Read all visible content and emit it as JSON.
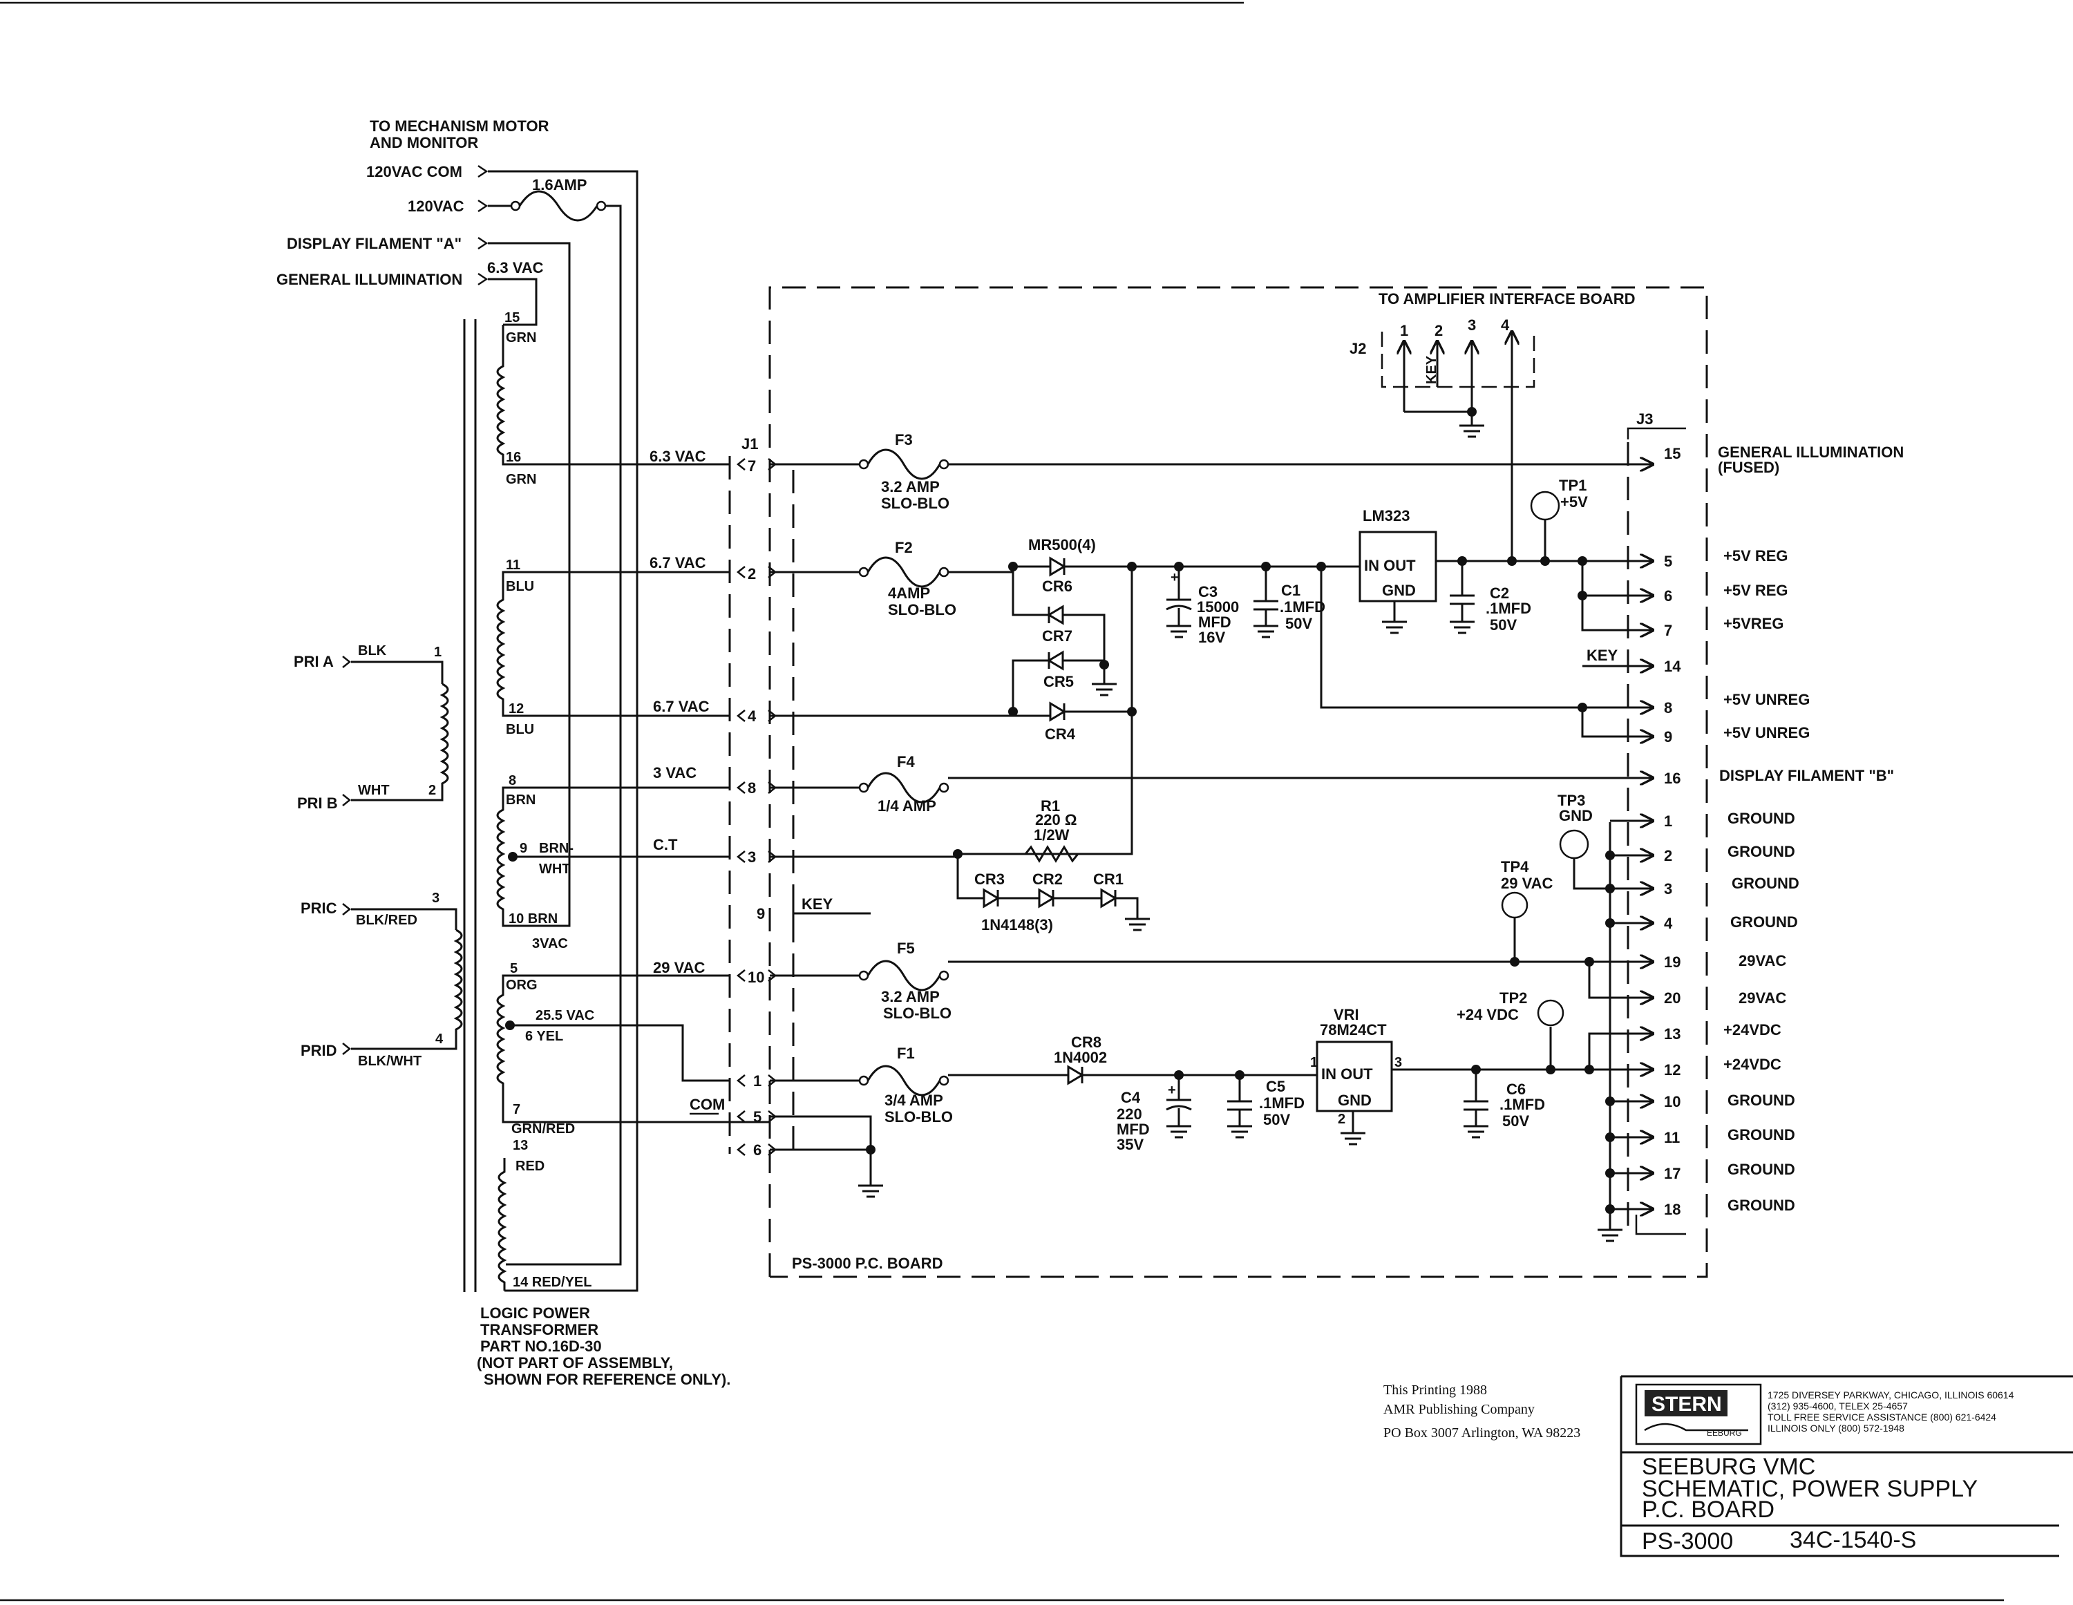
{
  "external": {
    "header_line1": "TO MECHANISM MOTOR",
    "header_line2": "AND MONITOR",
    "vac120_com": "120VAC COM",
    "vac120": "120VAC",
    "fuse_1_6": "1.6AMP",
    "display_filament_a": "DISPLAY FILAMENT \"A\"",
    "general_illumination": "GENERAL ILLUMINATION",
    "gi_voltage": "6.3 VAC"
  },
  "transformer": {
    "name_line1": "LOGIC POWER",
    "name_line2": "TRANSFORMER",
    "name_line3": "PART NO.16D-30",
    "name_line4": "(NOT PART OF ASSEMBLY,",
    "name_line5": "SHOWN FOR REFERENCE ONLY).",
    "primaries": [
      {
        "label": "PRI A",
        "wire": "BLK",
        "pin": "1"
      },
      {
        "label": "PRI B",
        "wire": "WHT",
        "pin": "2"
      },
      {
        "label": "PRIC",
        "wire": "BLK/RED",
        "pin": "3"
      },
      {
        "label": "PRID",
        "wire": "BLK/WHT",
        "pin": "4"
      }
    ],
    "secondary_labels": {
      "p15": "15",
      "grn_a": "GRN",
      "p16": "16",
      "grn_b": "GRN",
      "p11": "11",
      "blu_a": "BLU",
      "p12": "12",
      "blu_b": "BLU",
      "p8": "8",
      "brn": "BRN",
      "p9": "9",
      "brn_wht_1": "BRN-",
      "brn_wht_2": "WHT",
      "p10": "10 BRN",
      "v3vac": "3VAC",
      "p5": "5",
      "org": "ORG",
      "vac255": "25.5 VAC",
      "p6": "6 YEL",
      "p7": "7",
      "grn_red": "GRN/RED",
      "p13": "13",
      "red": "RED",
      "p14": "14 RED/YEL"
    },
    "wire_labels": {
      "w63": "6.3 VAC",
      "w67a": "6.7 VAC",
      "w67b": "6.7 VAC",
      "w3": "3 VAC",
      "wct": "C.T",
      "w29": "29 VAC",
      "wcom": "COM"
    }
  },
  "board": {
    "name": "PS-3000 P.C. BOARD",
    "j1_label": "J1",
    "j1_pins": [
      "7",
      "2",
      "4",
      "8",
      "3",
      "9",
      "10",
      "1",
      "5",
      "6"
    ],
    "key_label": "KEY",
    "j2_label": "J2",
    "j2_header": "TO AMPLIFIER INTERFACE BOARD",
    "j2_pins": [
      "1",
      "2",
      "3",
      "4"
    ],
    "j2_key": "KEY",
    "j3_label": "J3",
    "fuses": {
      "f3": {
        "name": "F3",
        "rating1": "3.2 AMP",
        "rating2": "SLO-BLO"
      },
      "f2": {
        "name": "F2",
        "rating1": "4AMP",
        "rating2": "SLO-BLO"
      },
      "f4": {
        "name": "F4",
        "rating1": "1/4 AMP"
      },
      "f5": {
        "name": "F5",
        "rating1": "3.2 AMP",
        "rating2": "SLO-BLO"
      },
      "f1": {
        "name": "F1",
        "rating1": "3/4 AMP",
        "rating2": "SLO-BLO"
      }
    },
    "bridge": {
      "label": "MR500(4)",
      "cr6": "CR6",
      "cr7": "CR7",
      "cr5": "CR5",
      "cr4": "CR4"
    },
    "c3": {
      "name": "C3",
      "v1": "15000",
      "v2": "MFD",
      "v3": "16V"
    },
    "c1": {
      "name": "C1",
      "v1": ".1MFD",
      "v2": "50V"
    },
    "lm323": {
      "name": "LM323",
      "in_out": "IN OUT",
      "gnd": "GND"
    },
    "c2": {
      "name": "C2",
      "v1": ".1MFD",
      "v2": "50V"
    },
    "tp1": {
      "name": "TP1",
      "value": "+5V"
    },
    "r1": {
      "name": "R1",
      "value": "220 Ω",
      "power": "1/2W"
    },
    "diodes_small": {
      "cr3": "CR3",
      "cr2": "CR2",
      "cr1": "CR1",
      "part": "1N4148(3)"
    },
    "cr8": {
      "name": "CR8",
      "part": "1N4002"
    },
    "c4": {
      "name": "C4",
      "v1": "220",
      "v2": "MFD",
      "v3": "35V"
    },
    "c5": {
      "name": "C5",
      "v1": ".1MFD",
      "v2": "50V"
    },
    "vr1": {
      "name": "VRI",
      "part": "78M24CT",
      "in_out": "IN OUT",
      "gnd": "GND",
      "pin1": "1",
      "pin2": "2",
      "pin3": "3"
    },
    "c6": {
      "name": "C6",
      "v1": ".1MFD",
      "v2": "50V"
    },
    "tp2": {
      "name": "TP2",
      "value": "+24 VDC"
    },
    "tp3": {
      "name": "TP3",
      "value": "GND"
    },
    "tp4": {
      "name": "TP4",
      "value": "29 VAC"
    }
  },
  "outputs": [
    {
      "pin": "15",
      "label": "GENERAL ILLUMINATION",
      "label2": "(FUSED)"
    },
    {
      "pin": "5",
      "label": "+5V REG"
    },
    {
      "pin": "6",
      "label": "+5V REG"
    },
    {
      "pin": "7",
      "label": "+5VREG"
    },
    {
      "pin": "14",
      "label": ""
    },
    {
      "pin": "8",
      "label": "+5V UNREG"
    },
    {
      "pin": "9",
      "label": "+5V UNREG"
    },
    {
      "pin": "16",
      "label": "DISPLAY FILAMENT \"B\""
    },
    {
      "pin": "1",
      "label": "GROUND"
    },
    {
      "pin": "2",
      "label": "GROUND"
    },
    {
      "pin": "3",
      "label": "GROUND"
    },
    {
      "pin": "4",
      "label": "GROUND"
    },
    {
      "pin": "19",
      "label": "29VAC"
    },
    {
      "pin": "20",
      "label": "29VAC"
    },
    {
      "pin": "13",
      "label": "+24VDC"
    },
    {
      "pin": "12",
      "label": "+24VDC"
    },
    {
      "pin": "10",
      "label": "GROUND"
    },
    {
      "pin": "11",
      "label": "GROUND"
    },
    {
      "pin": "17",
      "label": "GROUND"
    },
    {
      "pin": "18",
      "label": "GROUND"
    }
  ],
  "j3_key": "KEY",
  "printing": {
    "line1": "This Printing 1988",
    "line2": "AMR Publishing Company",
    "line3": "PO Box 3007 Arlington, WA 98223"
  },
  "title_block": {
    "logo": "STERN",
    "logo_sub": "EEBURG",
    "addr1": "1725 DIVERSEY PARKWAY, CHICAGO, ILLINOIS 60614",
    "addr2": "(312) 935-4600, TELEX 25-4657",
    "addr3": "TOLL FREE SERVICE ASSISTANCE (800) 621-6424",
    "addr4": "ILLINOIS ONLY (800) 572-1948",
    "title1": "SEEBURG VMC",
    "title2": "SCHEMATIC, POWER SUPPLY",
    "title3": "P.C. BOARD",
    "model": "PS-3000",
    "drawing_no": "34C-1540-S"
  }
}
